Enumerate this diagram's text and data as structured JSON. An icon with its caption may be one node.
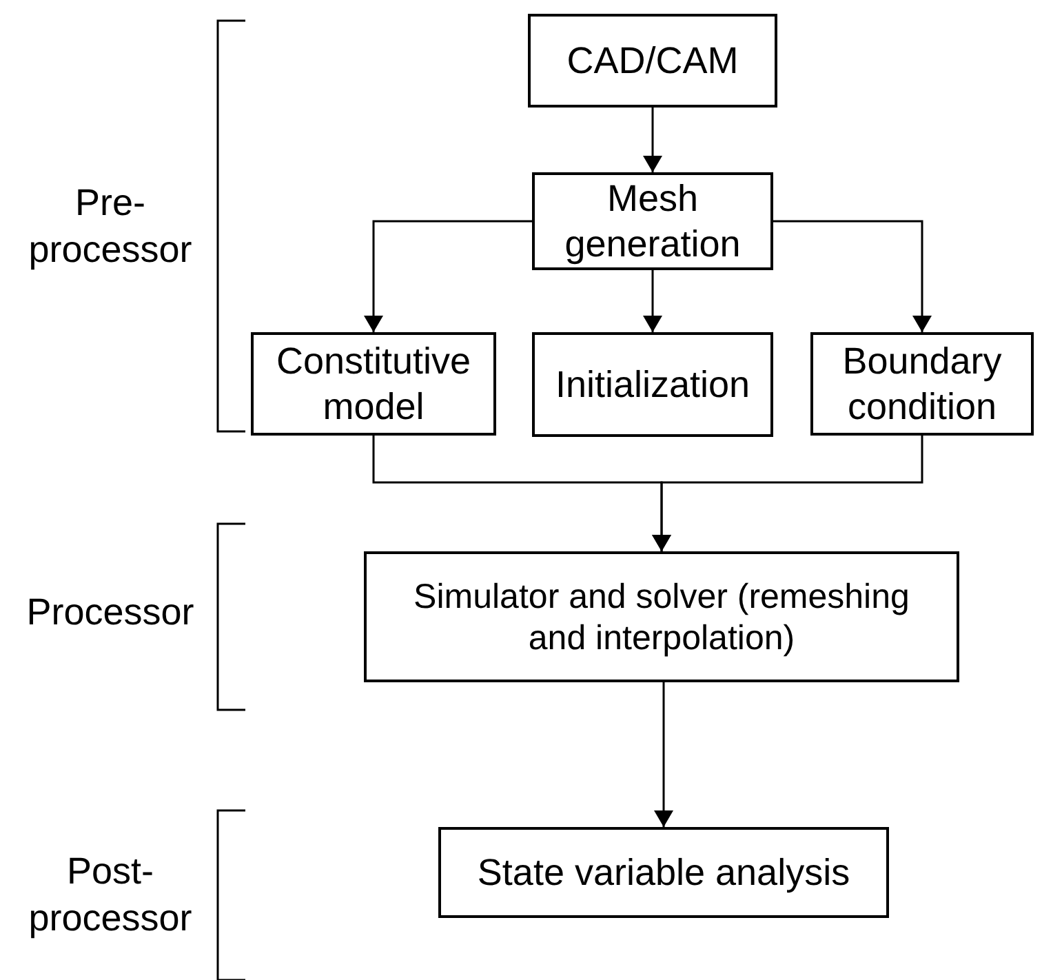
{
  "diagram": {
    "nodes": [
      {
        "text": [
          "CAD/CAM"
        ]
      },
      {
        "text": [
          "Mesh generation"
        ]
      },
      {
        "text": [
          "Constitutive model"
        ]
      },
      {
        "text": [
          "Initialization"
        ]
      },
      {
        "text": [
          "Boundary condition"
        ]
      },
      {
        "text": [
          "Simulator and solver (remeshing and interpolation)"
        ]
      },
      {
        "text": [
          "State variable analysis"
        ]
      }
    ],
    "edges": [
      {
        "from": 0,
        "to": 1,
        "arrow": "to"
      },
      {
        "from": 1,
        "to": 2,
        "arrow": "to"
      },
      {
        "from": 1,
        "to": 3,
        "arrow": "to"
      },
      {
        "from": 1,
        "to": 4,
        "arrow": "to"
      },
      {
        "from": 2,
        "to": 5,
        "arrow": "to"
      },
      {
        "from": 4,
        "to": 5,
        "arrow": "to"
      },
      {
        "from": 5,
        "to": 6,
        "arrow": "to"
      }
    ],
    "labels": [
      "Pre- processor",
      "Processor",
      "Post- processor"
    ]
  }
}
